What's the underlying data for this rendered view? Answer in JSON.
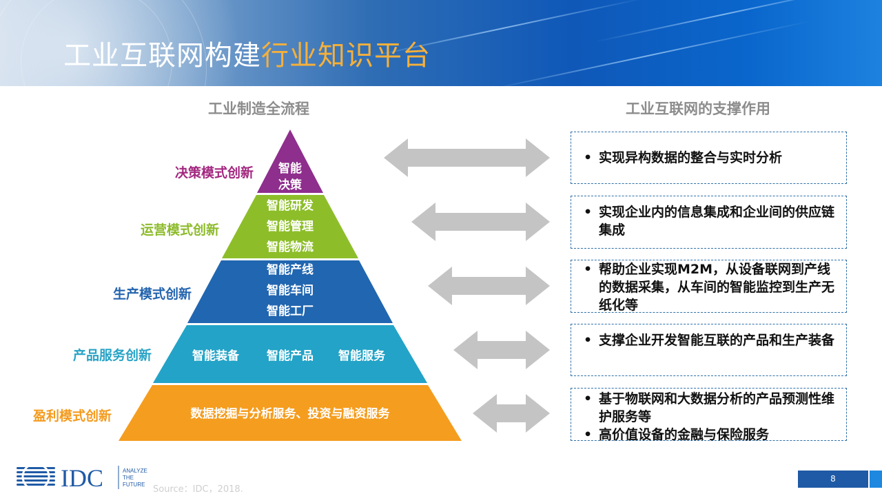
{
  "header": {
    "title_main": "工业互联网构建",
    "title_accent": "行业知识平台"
  },
  "sections": {
    "left_title": "工业制造全流程",
    "right_title": "工业互联网的支撑作用"
  },
  "pyramid": {
    "levels": [
      {
        "label": "决策模式创新",
        "label_color": "#a3277f",
        "fill": "#8e2e8d",
        "lines": [
          "智能",
          "决策"
        ]
      },
      {
        "label": "运营模式创新",
        "label_color": "#8dbb2b",
        "fill": "#8dbe2a",
        "lines": [
          "智能研发",
          "智能管理",
          "智能物流"
        ]
      },
      {
        "label": "生产模式创新",
        "label_color": "#2364ae",
        "fill": "#2166b0",
        "lines": [
          "智能产线",
          "智能车间",
          "智能工厂"
        ]
      },
      {
        "label": "产品服务创新",
        "label_color": "#27a3c6",
        "fill": "#23a3c7",
        "items": [
          "智能装备",
          "智能产品",
          "智能服务"
        ]
      },
      {
        "label": "盈利模式创新",
        "label_color": "#f49b1e",
        "fill": "#f59d1f",
        "lines": [
          "数据挖掘与分析服务、投资与融资服务"
        ]
      }
    ]
  },
  "support": {
    "boxes": [
      {
        "items": [
          "实现异构数据的整合与实时分析"
        ]
      },
      {
        "items": [
          "实现企业内的信息集成和企业间的供应链集成"
        ]
      },
      {
        "items": [
          "帮助企业实现M2M，从设备联网到产线的数据采集，从车间的智能监控到生产无纸化等"
        ]
      },
      {
        "items": [
          "支撑企业开发智能互联的产品和生产装备"
        ]
      },
      {
        "items": [
          "基于物联网和大数据分析的产品预测性维护服务等",
          "高价值设备的金融与保险服务"
        ]
      }
    ],
    "bullet": "•"
  },
  "footer": {
    "logo_text": "IDC",
    "tagline": [
      "ANALYZE",
      "THE",
      "FUTURE"
    ],
    "source": "Source：IDC，2018.",
    "page": "8"
  },
  "colors": {
    "title_accent": "#f6b03a",
    "arrow": "#c4c4c4",
    "box_border": "#2e6fa8",
    "page_bar": "#1f5aa6"
  }
}
